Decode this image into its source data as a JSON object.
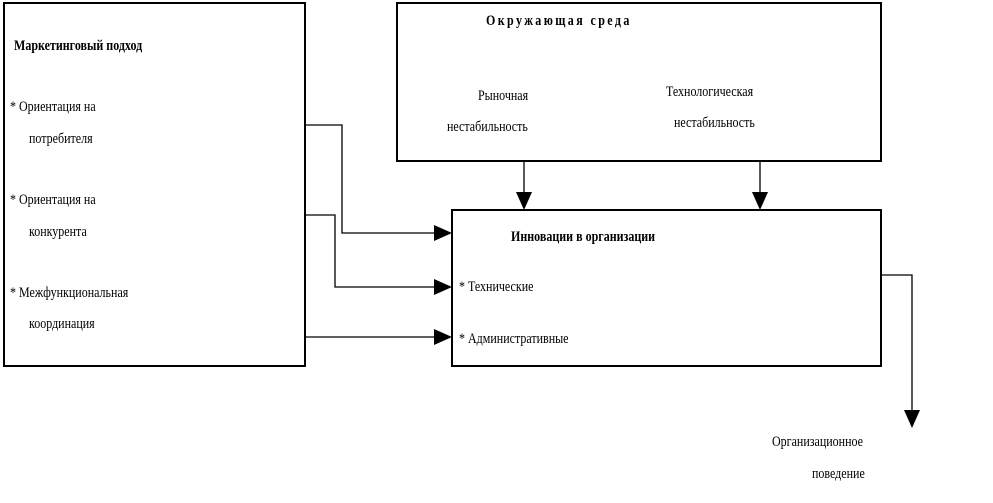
{
  "marketing": {
    "title": "Маркетинговый подход",
    "item1_line1": "* Ориентация на",
    "item1_line2": "потребителя",
    "item2_line1": "* Ориентация на",
    "item2_line2": "конкурента",
    "item3_line1": "* Межфункциональная",
    "item3_line2": "координация"
  },
  "environment": {
    "title": "Окружающая среда",
    "market_line1": "Рыночная",
    "market_line2": "нестабильность",
    "tech_line1": "Технологическая",
    "tech_line2": "нестабильность"
  },
  "innovation": {
    "title": "Инновации в организации",
    "item1": "* Технические",
    "item2": "* Административные"
  },
  "outcome": {
    "line1": "Организационное",
    "line2": "поведение"
  }
}
